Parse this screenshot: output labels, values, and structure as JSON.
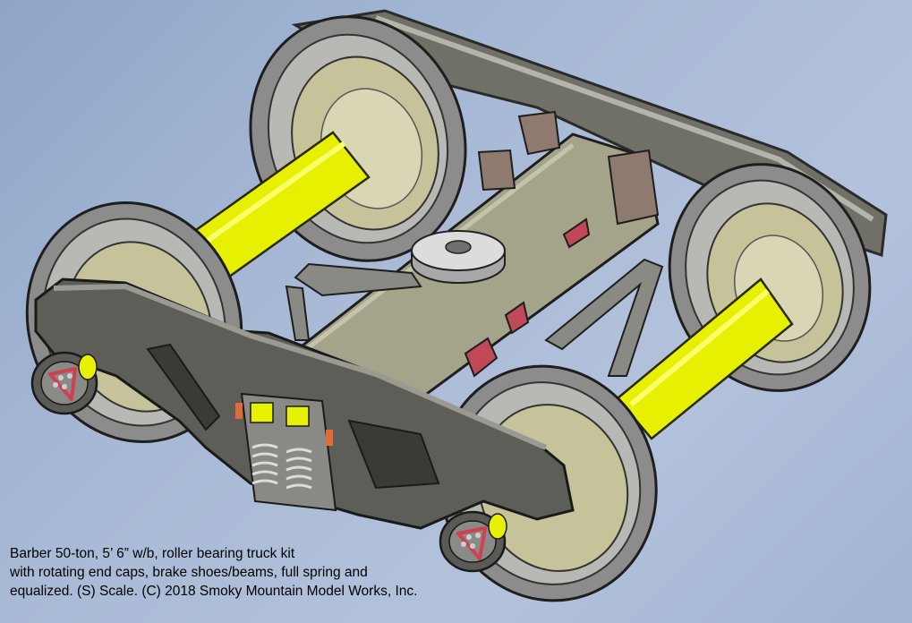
{
  "caption": {
    "line1": "Barber 50-ton, 5’ 6” w/b, roller bearing truck kit",
    "line2": "with rotating end caps, brake shoes/beams, full spring and",
    "line3": "equalized.  (S) Scale.  (C) 2018 Smoky Mountain Model Works, Inc."
  },
  "colors": {
    "background": "#a9bad6",
    "axle": "#e6f000",
    "frame": "#7c7c74",
    "bolster": "#a4a48a",
    "wheel_rim": "#9a9a9a",
    "wheel_face": "#c8c49a",
    "bearing_cap": "#d04050"
  }
}
